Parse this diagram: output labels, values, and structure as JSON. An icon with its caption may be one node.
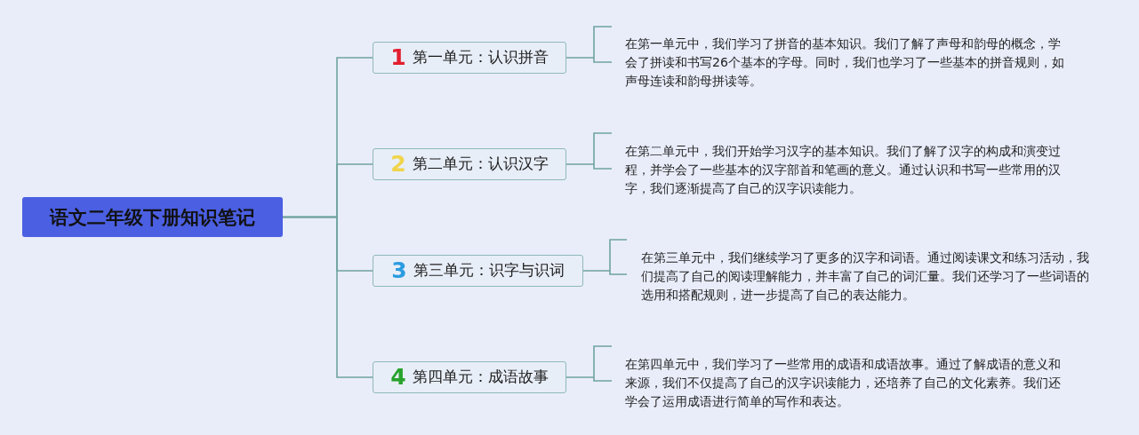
{
  "diagram": {
    "nodes": [
      {
        "text": [
          "语文二年级下册知识笔记"
        ]
      },
      {
        "text": [
          "1",
          "第一单元：认识拼音"
        ]
      },
      {
        "text": [
          "2",
          "第二单元：认识汉字"
        ]
      },
      {
        "text": [
          "3",
          "第三单元：识字与识词"
        ]
      },
      {
        "text": [
          "4",
          "第四单元：成语故事"
        ]
      },
      {
        "text": [
          "在第一单元中，我们学习了拼音的基本知识。我们了解了声母和韵母的概念，学会了拼读和书写26个基本的字母。同时，我们也学习了一些基本的拼音规则，如声母连读和韵母拼读等。"
        ]
      },
      {
        "text": [
          "在第二单元中，我们开始学习汉字的基本知识。我们了解了汉字的构成和演变过程，并学会了一些基本的汉字部首和笔画的意义。通过认识和书写一些常用的汉字，我们逐渐提高了自己的汉字识读能力。"
        ]
      },
      {
        "text": [
          "在第三单元中，我们继续学习了更多的汉字和词语。通过阅读课文和练习活动，我们提高了自己的阅读理解能力，并丰富了自己的词汇量。我们还学习了一些词语的选用和搭配规则，进一步提高了自己的表达能力。"
        ]
      },
      {
        "text": [
          "在第四单元中，我们学习了一些常用的成语和成语故事。通过了解成语的意义和来源，我们不仅提高了自己的汉字识读能力，还培养了自己的文化素养。我们还学会了运用成语进行简单的写作和表达。"
        ]
      }
    ],
    "edges": [
      {
        "from": 0,
        "to": 1,
        "arrow": "none"
      },
      {
        "from": 0,
        "to": 2,
        "arrow": "none"
      },
      {
        "from": 0,
        "to": 3,
        "arrow": "none"
      },
      {
        "from": 0,
        "to": 4,
        "arrow": "none"
      },
      {
        "from": 1,
        "to": 5,
        "arrow": "none"
      },
      {
        "from": 2,
        "to": 6,
        "arrow": "none"
      },
      {
        "from": 3,
        "to": 7,
        "arrow": "none"
      },
      {
        "from": 4,
        "to": 8,
        "arrow": "none"
      }
    ]
  }
}
